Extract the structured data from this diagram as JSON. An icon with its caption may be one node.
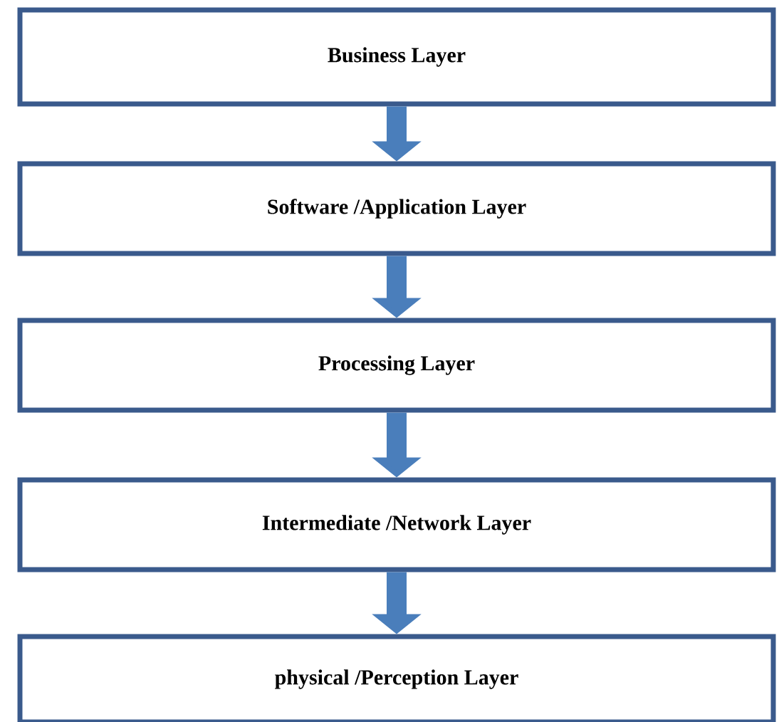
{
  "diagram": {
    "nodes": [
      {
        "text": [
          "Business Layer"
        ]
      },
      {
        "text": [
          "Software /Application Layer"
        ]
      },
      {
        "text": [
          "Processing Layer"
        ]
      },
      {
        "text": [
          "Intermediate /Network Layer"
        ]
      },
      {
        "text": [
          "physical /Perception Layer"
        ]
      }
    ],
    "edges": [
      {
        "from": 0,
        "to": 1,
        "arrow": "to"
      },
      {
        "from": 1,
        "to": 2,
        "arrow": "to"
      },
      {
        "from": 2,
        "to": 3,
        "arrow": "to"
      },
      {
        "from": 3,
        "to": 4,
        "arrow": "to"
      }
    ]
  }
}
